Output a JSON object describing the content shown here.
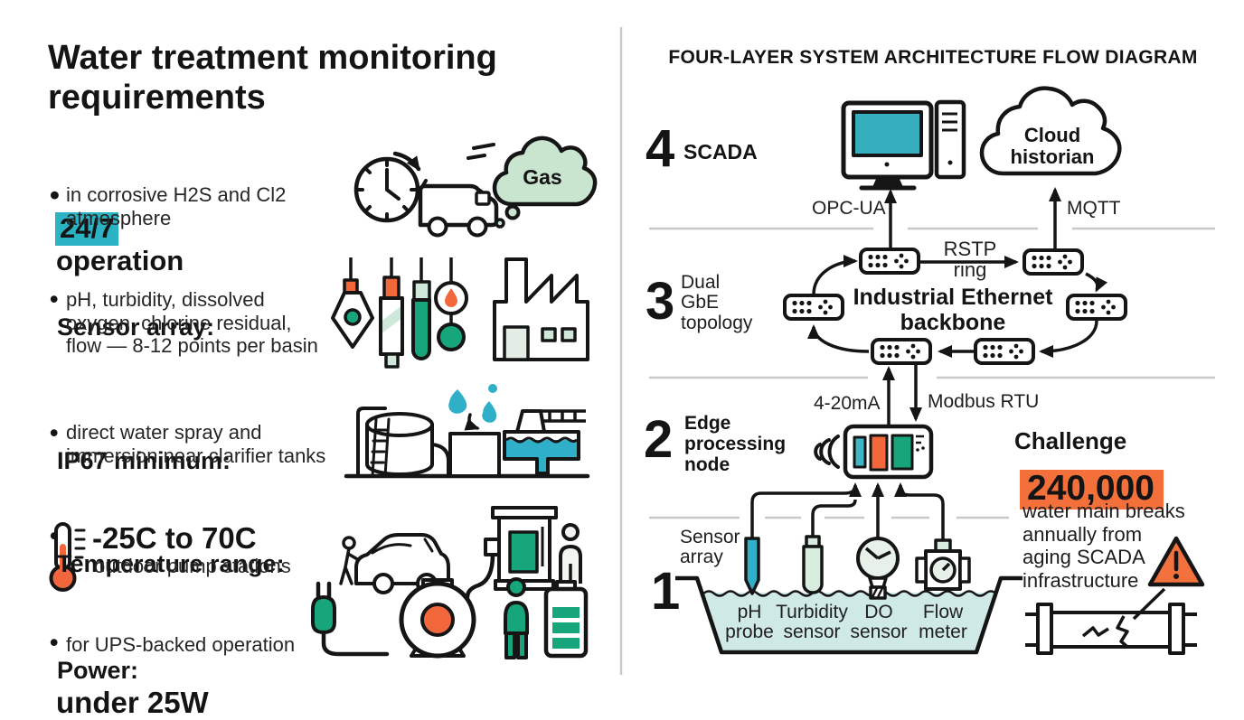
{
  "left": {
    "title": "Water treatment monitoring\nrequirements",
    "bullet_char": "•",
    "bullets": [
      {
        "highlight": "24/7",
        "head_rest": "operation",
        "sub": "in corrosive H2S and Cl2\natmosphere"
      },
      {
        "head": "Sensor array:",
        "sub": "pH, turbidity, dissolved\noxygen, chlorine residual,\nflow — 8-12 points per basin"
      },
      {
        "head": "IP67 minimum:",
        "sub": "direct water spray and\nimmersion near clarifier tanks"
      },
      {
        "head": "Temperature range:",
        "value": "-25C to 70C",
        "sub": "outdoor pump stations"
      },
      {
        "head": "Power:",
        "head_big": "under 25W",
        "sub": "for UPS-backed operation"
      }
    ],
    "gas_label": "Gas"
  },
  "right": {
    "title": "FOUR-LAYER SYSTEM ARCHITECTURE FLOW DIAGRAM",
    "layer4": {
      "num": "4",
      "label": "SCADA"
    },
    "layer3": {
      "num": "3",
      "label": "Dual\nGbE\ntopology"
    },
    "layer2": {
      "num": "2",
      "label": "Edge\nprocessing\nnode"
    },
    "layer1": {
      "num": "1",
      "label": "Sensor\narray"
    },
    "cloud_label": "Cloud\nhistorian",
    "protocols": {
      "opcua": "OPC-UA",
      "mqtt": "MQTT",
      "analog": "4-20mA",
      "modbus": "Modbus RTU"
    },
    "ring": {
      "rstp": "RSTP\nring",
      "backbone": "Industrial Ethernet\nbackbone"
    },
    "sensors": [
      "pH\nprobe",
      "Turbidity\nsensor",
      "DO\nsensor",
      "Flow\nmeter"
    ],
    "challenge": {
      "heading": "Challenge",
      "stat": "240,000",
      "desc": "water main breaks\nannually from\naging SCADA\ninfrastructure"
    }
  },
  "colors": {
    "teal_highlight": "#2bb3c4",
    "screen_teal": "#36aebe",
    "green": "#17a67c",
    "orange": "#f2683c",
    "orange_highlight": "#f4703a",
    "mint": "#cfe8da",
    "cloud_green": "#c9e4cf",
    "basin_water": "#cfe9e6",
    "divider_gray": "#c9c9c9"
  }
}
